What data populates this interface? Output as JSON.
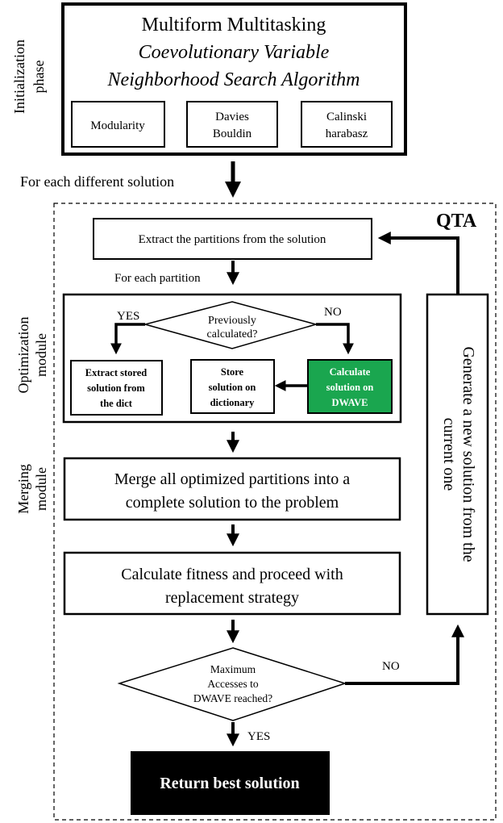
{
  "init_box": {
    "line1": "Multiform Multitasking",
    "line2": "Coevolutionary Variable",
    "line3": "Neighborhood Search Algorithm",
    "metrics": [
      {
        "lines": [
          "Modularity"
        ]
      },
      {
        "lines": [
          "Davies",
          "Bouldin"
        ]
      },
      {
        "lines": [
          "Calinski",
          "harabasz"
        ]
      }
    ]
  },
  "side_labels": {
    "init": [
      "Initialization",
      "phase"
    ],
    "optimization": [
      "Optimization",
      "module"
    ],
    "merging": [
      "Merging",
      "module"
    ]
  },
  "labels": {
    "for_each_solution": "For each different solution",
    "qta": "QTA",
    "for_each_partition": "For each partition",
    "yes": "YES",
    "no": "NO",
    "no_bottom": "NO",
    "yes_bottom": "YES"
  },
  "boxes": {
    "extract_partitions": "Extract the partitions from the solution",
    "previously_calculated": [
      "Previously",
      "calculated?"
    ],
    "extract_stored": [
      "Extract stored",
      "solution from",
      "the dict"
    ],
    "store_solution": [
      "Store",
      "solution on",
      "dictionary"
    ],
    "calculate_dwave": [
      "Calculate",
      "solution on",
      "DWAVE"
    ],
    "merge": [
      "Merge all optimized partitions into a",
      "complete solution to the problem"
    ],
    "fitness": [
      "Calculate fitness and proceed with",
      "replacement strategy"
    ],
    "max_access": [
      "Maximum",
      "Accesses to",
      "DWAVE reached?"
    ],
    "return_best": "Return best solution",
    "generate_new": [
      "Generate a new solution from the",
      "current one"
    ]
  },
  "colors": {
    "calculate_fill": "#1aa64f",
    "return_fill": "#000000"
  }
}
